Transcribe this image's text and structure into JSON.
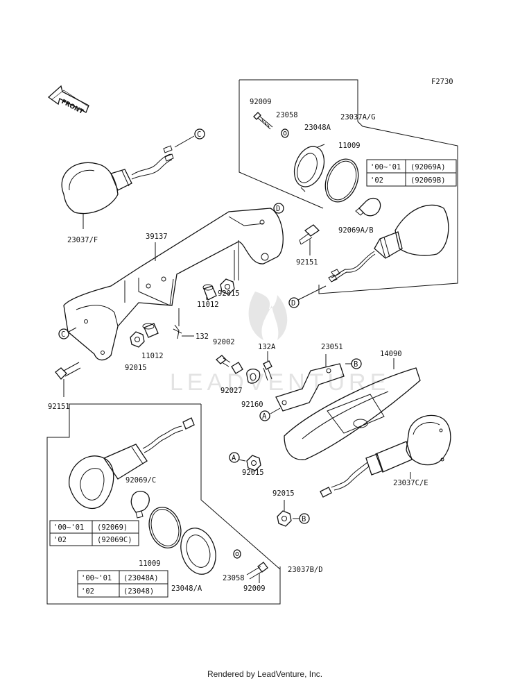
{
  "diagram_code": "F2730",
  "front_label": "FRONT",
  "watermark": "LEADVENTURE",
  "footer": "Rendered by LeadVenture, Inc.",
  "callouts": {
    "A": "A",
    "B": "B",
    "C": "C",
    "D": "D"
  },
  "parts": {
    "p23037F": "23037/F",
    "p39137": "39137",
    "p92151_top": "92151",
    "p92151_left": "92151",
    "p11012_a": "11012",
    "p11012_b": "11012",
    "p92015_a": "92015",
    "p92015_b": "92015",
    "p92015_c": "92015",
    "p92015_d": "92015",
    "p132": "132",
    "p132A": "132A",
    "p92002": "92002",
    "p92027": "92027",
    "p92160": "92160",
    "p23051": "23051",
    "p14090": "14090",
    "p23037CE": "23037C/E",
    "p92009_top": "92009",
    "p23058_top": "23058",
    "p23048A_top": "23048A",
    "p23037AG": "23037A/G",
    "p11009_top": "11009",
    "p92069AB": "92069A/B",
    "p92069C": "92069/C",
    "p11009_bot": "11009",
    "p23048A_bot": "23048/A",
    "p23058_bot": "23058",
    "p92009_bot": "92009",
    "p23037BD": "23037B/D"
  },
  "tables": {
    "top_right": [
      {
        "year": "'00~'01",
        "part": "(92069A)"
      },
      {
        "year": "'02",
        "part": "(92069B)"
      }
    ],
    "bottom_left_1": [
      {
        "year": "'00~'01",
        "part": "(92069)"
      },
      {
        "year": "'02",
        "part": "(92069C)"
      }
    ],
    "bottom_left_2": [
      {
        "year": "'00~'01",
        "part": "(23048A)"
      },
      {
        "year": "'02",
        "part": "(23048)"
      }
    ]
  }
}
